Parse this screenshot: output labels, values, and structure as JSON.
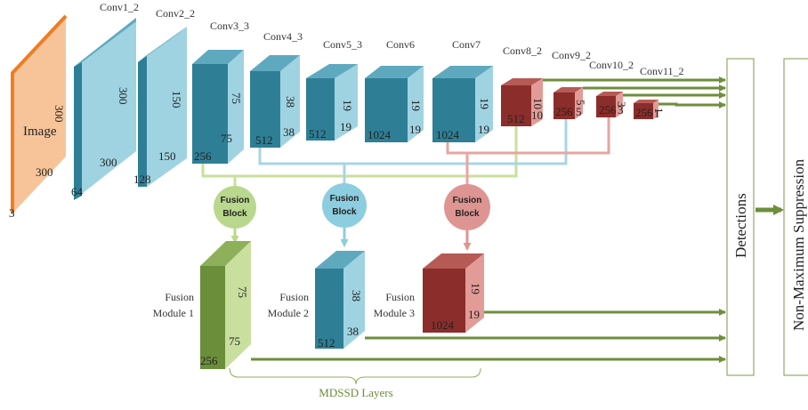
{
  "colors": {
    "teal_front": "#2e7f96",
    "teal_side": "#9fd3e2",
    "teal_top": "#5fa9bf",
    "red_front": "#8b2d2a",
    "red_side": "#e39b97",
    "red_top": "#b65a55",
    "green_front": "#6b8e3a",
    "green_side": "#c9df9e",
    "green_top": "#8fb05a",
    "image_face": "#f7c49a",
    "image_edge": "#ef7d22",
    "arrow_green": "#6e8e3c",
    "line_blue": "#a8d5e3",
    "line_red": "#e7a5a1",
    "line_green": "#c9df9e",
    "fusion_green": "#b9d88d",
    "fusion_blue": "#8ccde0",
    "fusion_red": "#de9592"
  },
  "input": {
    "name": "Image",
    "height": "300",
    "width": "300",
    "channels": "3"
  },
  "layers": [
    {
      "name": "Conv1_2",
      "h": "300",
      "w": "300",
      "c": "64"
    },
    {
      "name": "Conv2_2",
      "h": "150",
      "w": "150",
      "c": "128"
    },
    {
      "name": "Conv3_3",
      "h": "75",
      "w": "75",
      "c": "256"
    },
    {
      "name": "Conv4_3",
      "h": "38",
      "w": "38",
      "c": "512"
    },
    {
      "name": "Conv5_3",
      "h": "19",
      "w": "19",
      "c": "512"
    },
    {
      "name": "Conv6",
      "h": "19",
      "w": "19",
      "c": "1024"
    },
    {
      "name": "Conv7",
      "h": "19",
      "w": "19",
      "c": "1024"
    },
    {
      "name": "Conv8_2",
      "h": "10",
      "w": "10",
      "c": "512"
    },
    {
      "name": "Conv9_2",
      "h": "5",
      "w": "5",
      "c": "256"
    },
    {
      "name": "Conv10_2",
      "h": "3",
      "w": "3",
      "c": "256"
    },
    {
      "name": "Conv11_2",
      "h": "1",
      "w": "1",
      "c": "256"
    }
  ],
  "fusion_blocks": [
    {
      "line1": "Fusion",
      "line2": "Block"
    },
    {
      "line1": "Fusion",
      "line2": "Block"
    },
    {
      "line1": "Fusion",
      "line2": "Block"
    }
  ],
  "fusion_modules": [
    {
      "line1": "Fusion",
      "line2": "Module 1",
      "h": "75",
      "w": "75",
      "c": "256"
    },
    {
      "line1": "Fusion",
      "line2": "Module 2",
      "h": "38",
      "w": "38",
      "c": "512"
    },
    {
      "line1": "Fusion",
      "line2": "Module 3",
      "h": "19",
      "w": "19",
      "c": "1024"
    }
  ],
  "mdssd_label": "MDSSD Layers",
  "detections_label": "Detections",
  "nms_label": "Non-Maximum  Suppression"
}
